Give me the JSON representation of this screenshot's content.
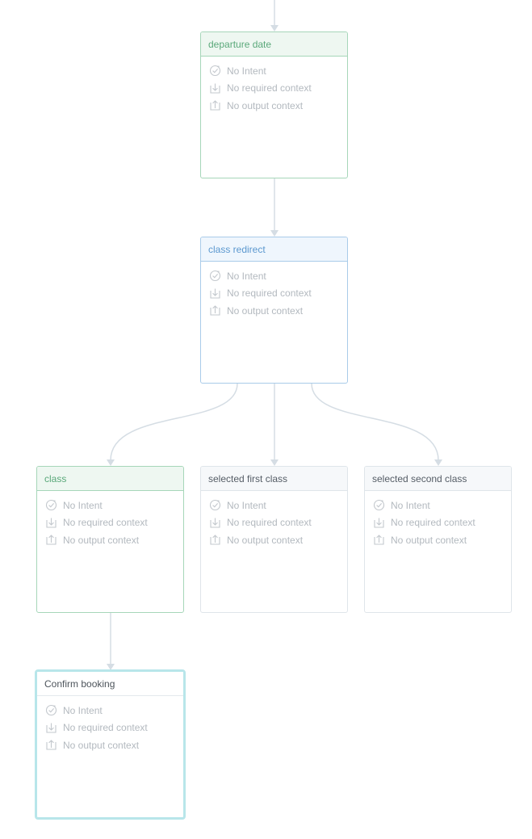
{
  "nodes": [
    {
      "title": "departure date",
      "style": "green",
      "intent": "No Intent",
      "required_context": "No required context",
      "output_context": "No output context"
    },
    {
      "title": "class redirect",
      "style": "blue",
      "intent": "No Intent",
      "required_context": "No required context",
      "output_context": "No output context"
    },
    {
      "title": "class",
      "style": "green",
      "intent": "No Intent",
      "required_context": "No required context",
      "output_context": "No output context"
    },
    {
      "title": "selected first class",
      "style": "gray",
      "intent": "No Intent",
      "required_context": "No required context",
      "output_context": "No output context"
    },
    {
      "title": "selected second class",
      "style": "gray",
      "intent": "No Intent",
      "required_context": "No required context",
      "output_context": "No output context"
    },
    {
      "title": "Confirm booking",
      "style": "focus",
      "intent": "No Intent",
      "required_context": "No required context",
      "output_context": "No output context"
    }
  ],
  "edges": [
    {
      "from": "departure date",
      "to": "class redirect"
    },
    {
      "from": "class redirect",
      "to": "class"
    },
    {
      "from": "class redirect",
      "to": "selected first class"
    },
    {
      "from": "class redirect",
      "to": "selected second class"
    },
    {
      "from": "class",
      "to": "Confirm booking"
    }
  ],
  "colors": {
    "edge": "#d5dde4",
    "green_accent": "#5aa87a",
    "blue_accent": "#5b98cf",
    "focus_border": "#b8e6ea",
    "muted_text": "#b3b9bf"
  },
  "icons": {
    "intent": "check-circle-icon",
    "required_context": "arrow-in-icon",
    "output_context": "arrow-out-icon"
  }
}
